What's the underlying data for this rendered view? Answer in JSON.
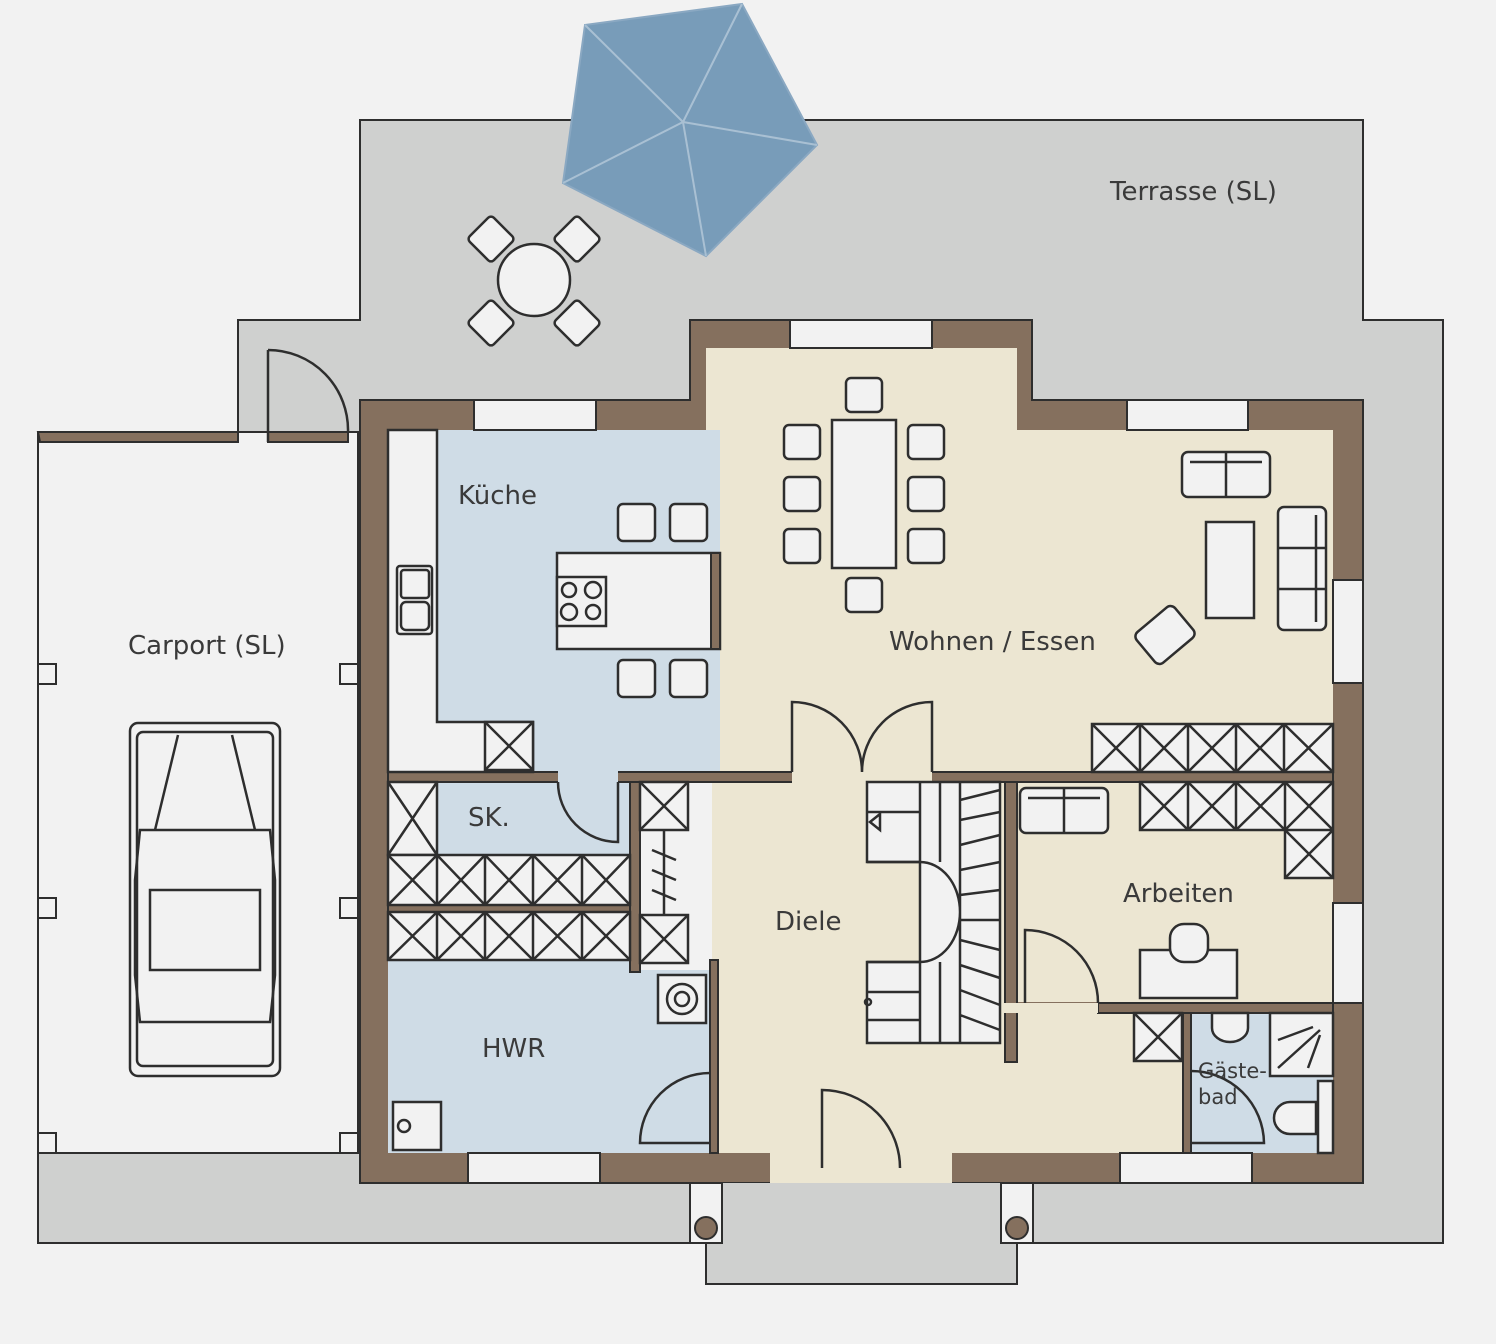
{
  "rooms": {
    "terrace": "Terrasse (SL)",
    "carport": "Carport (SL)",
    "kitchen": "Küche",
    "living": "Wohnen / Essen",
    "pantry": "SK.",
    "utility": "HWR",
    "hall": "Diele",
    "study": "Arbeiten",
    "guest_bath_1": "Gäste-",
    "guest_bath_2": "bad"
  },
  "colors": {
    "wall": "#85705e",
    "blue_room": "#cfdce6",
    "beige_room": "#ece6d2",
    "terrace": "#cfd0cf",
    "background": "#f2f2f2",
    "umbrella": "#789cb9"
  }
}
